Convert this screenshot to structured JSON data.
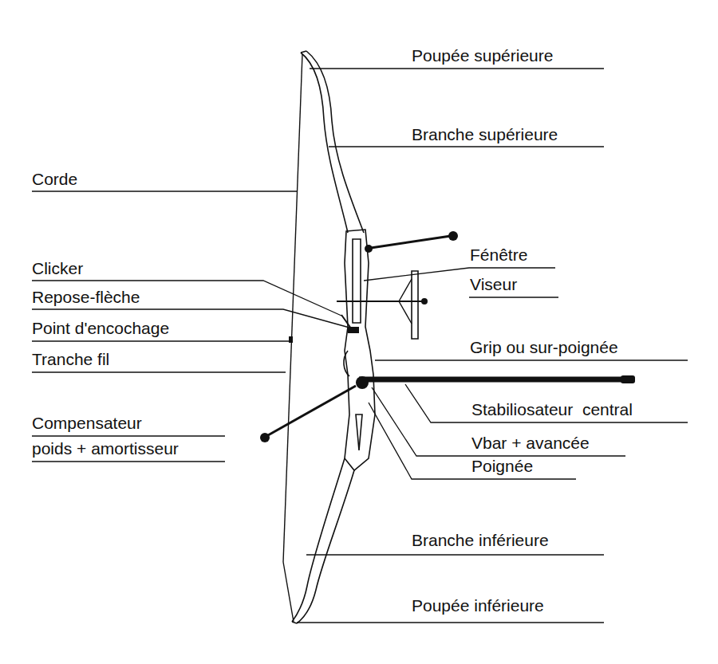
{
  "diagram": {
    "labels": [
      "Poupée supérieure",
      "Branche supérieure",
      "Corde",
      "Clicker",
      "Repose-flèche",
      "Point d'encochage",
      "Tranche fil",
      "Fénêtre",
      "Viseur",
      "Grip ou sur-poignée",
      "Compensateur",
      "poids + amortisseur",
      "Stabiliosateur  central",
      "Vbar + avancée",
      "Poignée",
      "Branche inférieure",
      "Poupée inférieure"
    ]
  }
}
